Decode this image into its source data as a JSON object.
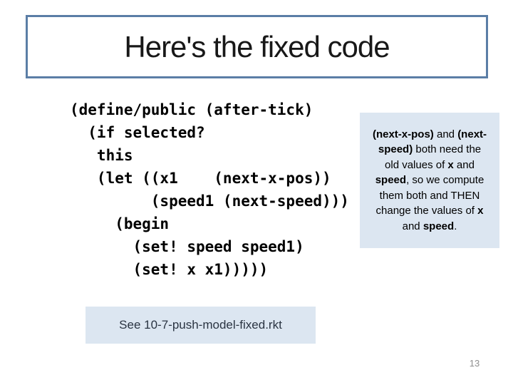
{
  "slide": {
    "title": "Here's the fixed code",
    "page_number": "13"
  },
  "code": {
    "lines": [
      "(define/public (after-tick)",
      "  (if selected?",
      "   this",
      "   (let ((x1    (next-x-pos))",
      "         (speed1 (next-speed)))",
      "     (begin",
      "       (set! speed speed1)",
      "       (set! x x1)))))"
    ]
  },
  "callout": {
    "lines": [
      [
        {
          "t": "(next-x-pos)",
          "b": true
        },
        {
          "t": " and ",
          "b": false
        },
        {
          "t": "(next-",
          "b": true
        }
      ],
      [
        {
          "t": "speed)",
          "b": true
        },
        {
          "t": " both need the",
          "b": false
        }
      ],
      [
        {
          "t": "old values of ",
          "b": false
        },
        {
          "t": "x",
          "b": true
        },
        {
          "t": " and",
          "b": false
        }
      ],
      [
        {
          "t": "speed",
          "b": true
        },
        {
          "t": ", so we compute",
          "b": false
        }
      ],
      [
        {
          "t": "them both and THEN",
          "b": false
        }
      ],
      [
        {
          "t": "change the values of ",
          "b": false
        },
        {
          "t": "x",
          "b": true
        }
      ],
      [
        {
          "t": "and ",
          "b": false
        },
        {
          "t": "speed",
          "b": true
        },
        {
          "t": ".",
          "b": false
        }
      ]
    ]
  },
  "footer_box": {
    "text": "See 10-7-push-model-fixed.rkt"
  },
  "colors": {
    "title_border": "#5b7ea6",
    "box_fill": "#dce6f1",
    "footer_text": "#2a3442",
    "page_number": "#8f8f8f"
  }
}
